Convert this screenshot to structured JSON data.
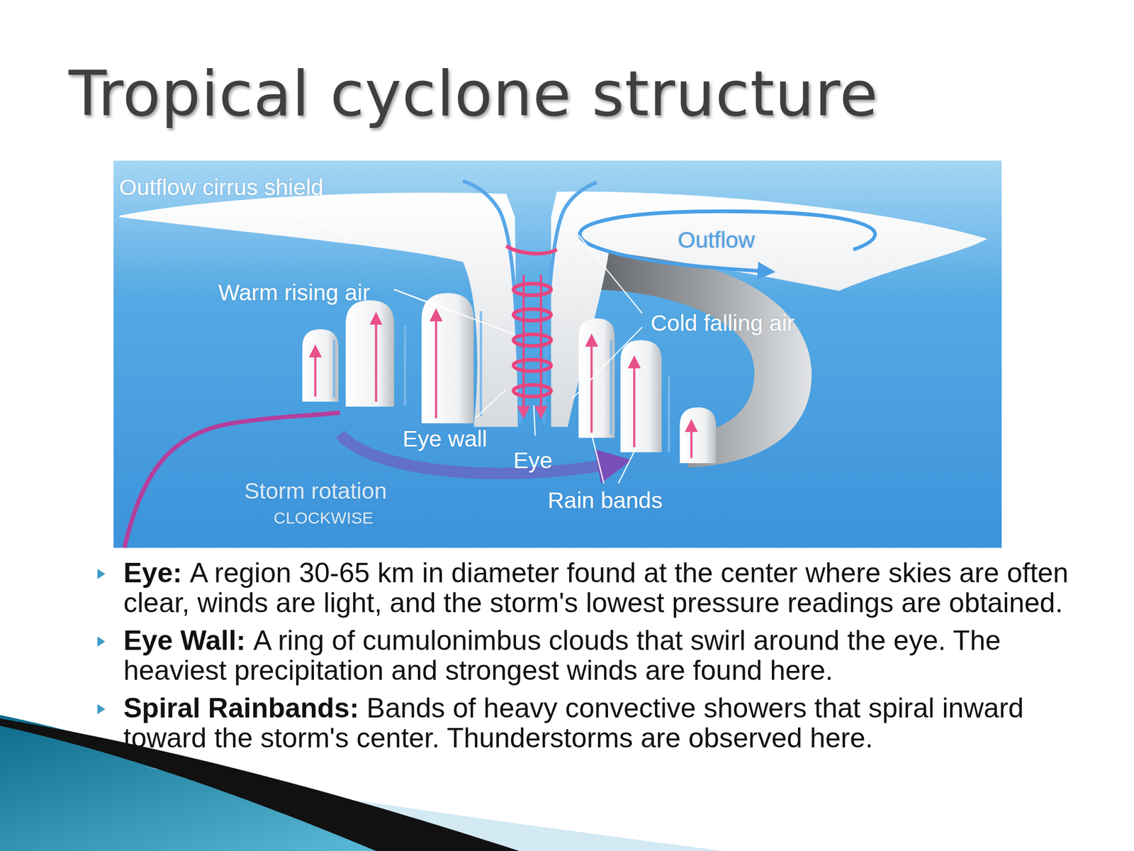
{
  "diagram": {
    "title": "Tropical cyclone structure",
    "labels": [
      "Outflow cirrus shield",
      "Outflow",
      "Warm rising air",
      "Cold falling air",
      "Eye wall",
      "Eye",
      "Storm rotation",
      "CLOCKWISE",
      "Rain bands",
      "Eye:",
      "A region 30-65 km in diameter found at the center where skies are often clear, winds are light, and the storm's lowest pressure readings are obtained.",
      "Eye Wall:",
      "A ring of cumulonimbus clouds that swirl around the eye. The heaviest precipitation and strongest winds are found here.",
      "Spiral Rainbands:",
      "Bands of heavy convective showers that spiral inward toward the storm's center. Thunderstorms are observed here."
    ]
  }
}
